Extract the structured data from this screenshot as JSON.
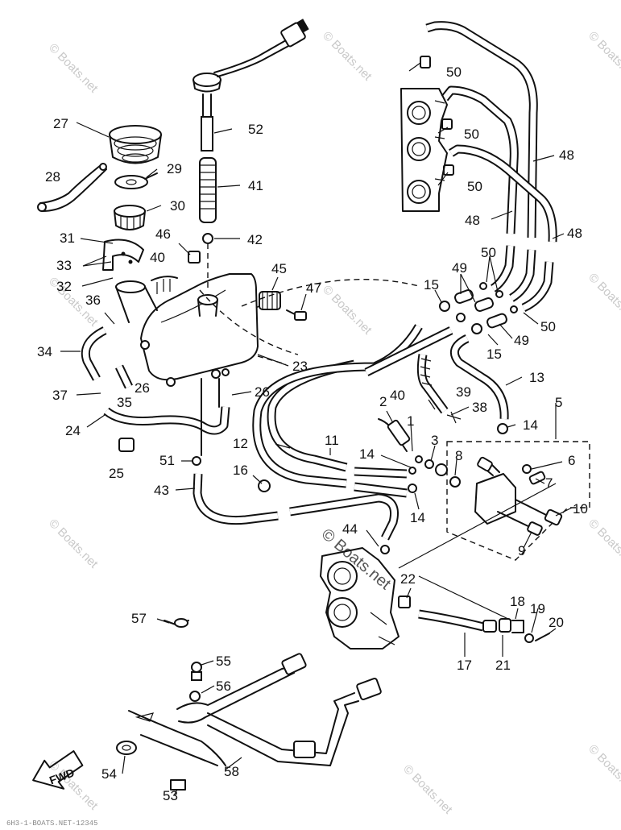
{
  "watermark": {
    "text": "© Boats.net",
    "center_text": "© Boats.net"
  },
  "fwd_label": "FWD",
  "footer_text": "6H3-1-BOATS.NET-12345",
  "part_labels": [
    {
      "id": "27",
      "name": "part-label-27"
    },
    {
      "id": "28",
      "name": "part-label-28"
    },
    {
      "id": "29",
      "name": "part-label-29"
    },
    {
      "id": "30",
      "name": "part-label-30"
    },
    {
      "id": "31",
      "name": "part-label-31"
    },
    {
      "id": "33",
      "name": "part-label-33"
    },
    {
      "id": "32",
      "name": "part-label-32"
    },
    {
      "id": "40",
      "name": "part-label-40a"
    },
    {
      "id": "46",
      "name": "part-label-46"
    },
    {
      "id": "52",
      "name": "part-label-52"
    },
    {
      "id": "41",
      "name": "part-label-41"
    },
    {
      "id": "42",
      "name": "part-label-42"
    },
    {
      "id": "45",
      "name": "part-label-45"
    },
    {
      "id": "47",
      "name": "part-label-47"
    },
    {
      "id": "36",
      "name": "part-label-36"
    },
    {
      "id": "34",
      "name": "part-label-34"
    },
    {
      "id": "26",
      "name": "part-label-26a"
    },
    {
      "id": "37",
      "name": "part-label-37"
    },
    {
      "id": "35",
      "name": "part-label-35"
    },
    {
      "id": "23",
      "name": "part-label-23"
    },
    {
      "id": "26",
      "name": "part-label-26b"
    },
    {
      "id": "24",
      "name": "part-label-24"
    },
    {
      "id": "25",
      "name": "part-label-25"
    },
    {
      "id": "51",
      "name": "part-label-51"
    },
    {
      "id": "16",
      "name": "part-label-16"
    },
    {
      "id": "43",
      "name": "part-label-43"
    },
    {
      "id": "12",
      "name": "part-label-12"
    },
    {
      "id": "11",
      "name": "part-label-11"
    },
    {
      "id": "2",
      "name": "part-label-2"
    },
    {
      "id": "40",
      "name": "part-label-40b"
    },
    {
      "id": "39",
      "name": "part-label-39"
    },
    {
      "id": "38",
      "name": "part-label-38"
    },
    {
      "id": "1",
      "name": "part-label-1"
    },
    {
      "id": "3",
      "name": "part-label-3"
    },
    {
      "id": "14",
      "name": "part-label-14a"
    },
    {
      "id": "8",
      "name": "part-label-8"
    },
    {
      "id": "14",
      "name": "part-label-14b"
    },
    {
      "id": "14",
      "name": "part-label-14c"
    },
    {
      "id": "5",
      "name": "part-label-5"
    },
    {
      "id": "6",
      "name": "part-label-6"
    },
    {
      "id": "7",
      "name": "part-label-7"
    },
    {
      "id": "10",
      "name": "part-label-10"
    },
    {
      "id": "9",
      "name": "part-label-9"
    },
    {
      "id": "13",
      "name": "part-label-13"
    },
    {
      "id": "15",
      "name": "part-label-15a"
    },
    {
      "id": "49",
      "name": "part-label-49a"
    },
    {
      "id": "50",
      "name": "part-label-50a"
    },
    {
      "id": "15",
      "name": "part-label-15b"
    },
    {
      "id": "49",
      "name": "part-label-49b"
    },
    {
      "id": "50",
      "name": "part-label-50b"
    },
    {
      "id": "50",
      "name": "part-label-50c"
    },
    {
      "id": "50",
      "name": "part-label-50d"
    },
    {
      "id": "50",
      "name": "part-label-50e"
    },
    {
      "id": "48",
      "name": "part-label-48a"
    },
    {
      "id": "48",
      "name": "part-label-48b"
    },
    {
      "id": "48",
      "name": "part-label-48c"
    },
    {
      "id": "44",
      "name": "part-label-44"
    },
    {
      "id": "22",
      "name": "part-label-22"
    },
    {
      "id": "18",
      "name": "part-label-18"
    },
    {
      "id": "19",
      "name": "part-label-19"
    },
    {
      "id": "20",
      "name": "part-label-20"
    },
    {
      "id": "17",
      "name": "part-label-17"
    },
    {
      "id": "21",
      "name": "part-label-21"
    },
    {
      "id": "57",
      "name": "part-label-57"
    },
    {
      "id": "55",
      "name": "part-label-55"
    },
    {
      "id": "56",
      "name": "part-label-56"
    },
    {
      "id": "54",
      "name": "part-label-54"
    },
    {
      "id": "58",
      "name": "part-label-58"
    },
    {
      "id": "53",
      "name": "part-label-53"
    }
  ]
}
